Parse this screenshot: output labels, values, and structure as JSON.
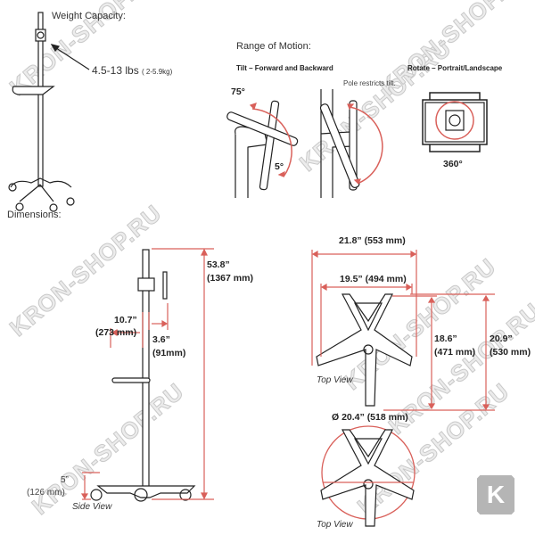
{
  "weight": {
    "title": "Weight Capacity:",
    "value": "4.5-13 lbs",
    "metric": "( 2-5.9kg)"
  },
  "motion": {
    "title": "Range of Motion:",
    "tilt_heading": "Tilt – Forward and Backward",
    "rotate_heading": "Rotate – Portrait/Landscape",
    "tilt_up": "75°",
    "tilt_down": "5°",
    "pole_note": "Pole restricts tilt.",
    "rotate_value": "360°"
  },
  "dimensions": {
    "title": "Dimensions:",
    "height_in": "53.8”",
    "height_mm": "(1367 mm)",
    "reach_in": "10.7”",
    "reach_mm": "(273 mm)",
    "offset_in": "3.6”",
    "offset_mm": "(91mm)",
    "base_h_in": "5”",
    "base_h_mm": "(126 mm)",
    "side_view": "Side View",
    "width_outer": "21.8” (553 mm)",
    "width_inner": "19.5” (494 mm)",
    "depth_inner_in": "18.6”",
    "depth_inner_mm": "(471 mm)",
    "depth_outer_in": "20.9”",
    "depth_outer_mm": "(530 mm)",
    "top_view_1": "Top View",
    "diameter": "Ø 20.4” (518 mm)",
    "top_view_2": "Top View"
  },
  "watermark": "KRON-SHOP.RU",
  "logo_letter": "K",
  "colors": {
    "dimension": "#d9605a",
    "line": "#222222"
  }
}
